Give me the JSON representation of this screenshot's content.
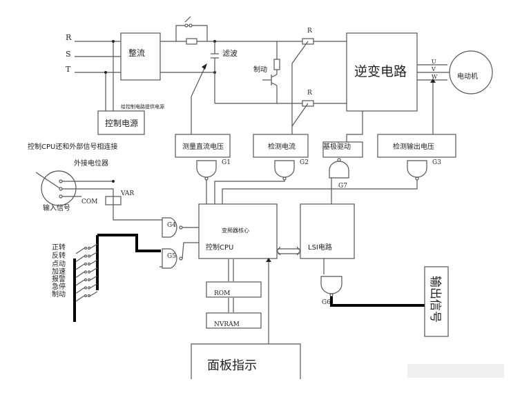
{
  "phases": [
    "R",
    "S",
    "T"
  ],
  "blocks": {
    "rectifier": "整流",
    "control_power": "控制电源",
    "control_power_note": "给控制电路提供电源",
    "filter": "滤波",
    "brake": "制动",
    "inverter": "逆变电路",
    "motor": "电动机",
    "dc_voltage": "测量直流电压",
    "current_detect": "检测电流",
    "base_drive": "基极驱动",
    "output_voltage": "检测输出电压",
    "cpu_core": "变频器核心",
    "cpu": "控制CPU",
    "lsi": "LSI电路",
    "rom": "ROM",
    "nvram": "NVRAM",
    "panel": "面板指示",
    "output_signal": "输出信号"
  },
  "resistor_labels": [
    "R",
    "R"
  ],
  "uvw": [
    "U",
    "V",
    "W"
  ],
  "gates": [
    "G1",
    "G2",
    "G3",
    "G4",
    "G5",
    "G6",
    "G7"
  ],
  "notes": {
    "cpu_external": "控制CPU还和外部信号相连接",
    "potentiometer": "外接电位器",
    "com": "COM",
    "var": "VAR",
    "input_signal": "输入信号"
  },
  "inputs": [
    "正转",
    "反转",
    "点动",
    "加速",
    "报警",
    "急停",
    "制动"
  ]
}
